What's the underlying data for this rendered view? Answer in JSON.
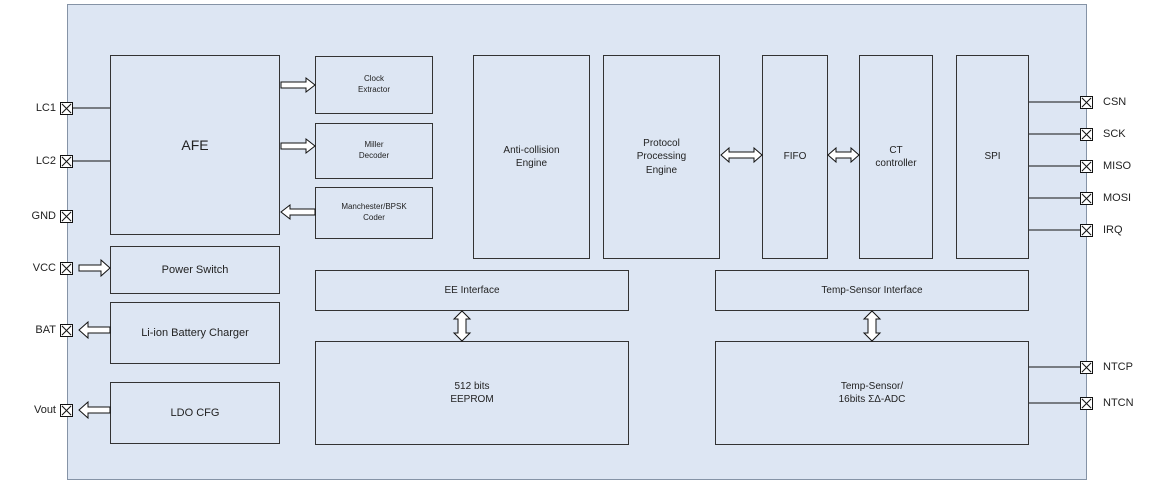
{
  "diagram": {
    "colors": {
      "chip_fill": "#dde6f3",
      "block_border": "#333333",
      "pin_fill": "#ffffff",
      "line": "#111111"
    },
    "blocks": {
      "afe": "AFE",
      "clock_extractor": "Clock\nExtractor",
      "miller_decoder": "Miller\nDecoder",
      "manchester_coder": "Manchester/BPSK\nCoder",
      "anticollision": "Anti-collision\nEngine",
      "protocol": "Protocol\nProcessing\nEngine",
      "fifo": "FIFO",
      "ct_controller": "CT\ncontroller",
      "spi": "SPI",
      "power_switch": "Power Switch",
      "charger": "Li-ion Battery Charger",
      "ldo": "LDO CFG",
      "ee_interface": "EE Interface",
      "eeprom": "512 bits\nEEPROM",
      "temp_interface": "Temp-Sensor Interface",
      "temp_adc": "Temp-Sensor/\n16bits ΣΔ-ADC"
    },
    "pins_left": {
      "lc1": "LC1",
      "lc2": "LC2",
      "gnd": "GND",
      "vcc": "VCC",
      "bat": "BAT",
      "vout": "Vout"
    },
    "pins_right": {
      "csn": "CSN",
      "sck": "SCK",
      "miso": "MISO",
      "mosi": "MOSI",
      "irq": "IRQ",
      "ntcp": "NTCP",
      "ntcn": "NTCN"
    }
  }
}
